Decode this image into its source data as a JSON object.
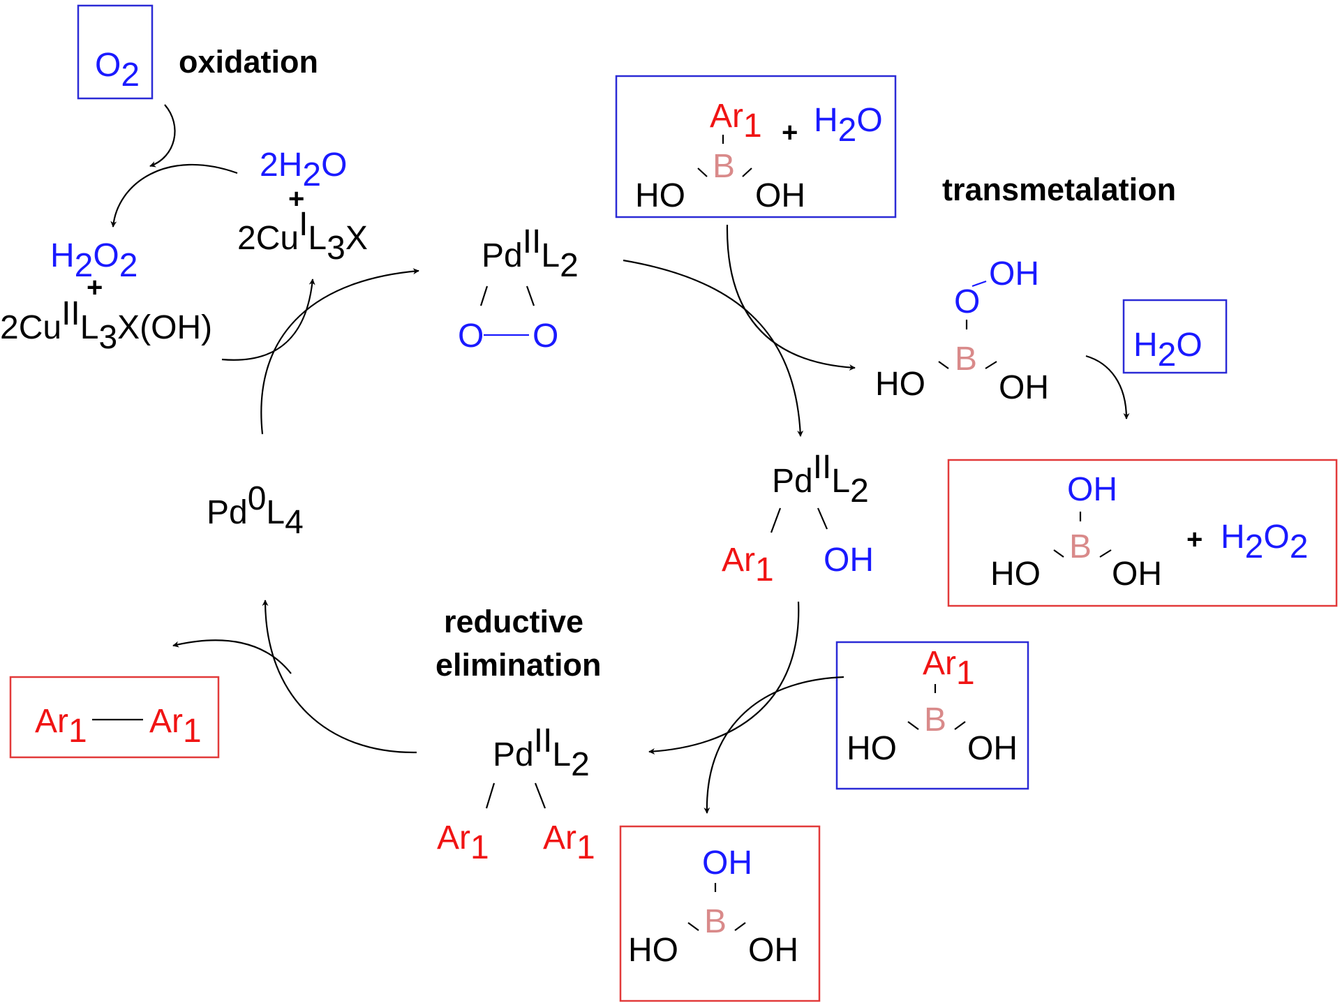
{
  "labels": {
    "oxidation": "oxidation",
    "transmetalation": "transmetalation",
    "reductive": "reductive",
    "elimination": "elimination"
  },
  "o2": {
    "o": "O",
    "two": "2"
  },
  "cu_ox": {
    "h2o2_h": "H",
    "h2o2_2a": "2",
    "h2o2_o": "O",
    "h2o2_2b": "2",
    "plus": "+",
    "cu_2cu": "2Cu",
    "cu_ii": "II",
    "cu_l": "L",
    "cu_3": "3",
    "cu_tail": "X(OH)"
  },
  "cu_red": {
    "h2o": "2H",
    "h2o_2": "2",
    "h2o_o": "O",
    "plus": "+",
    "cu_2cu": "2Cu",
    "cu_i": "I",
    "cu_l": "L",
    "cu_3": "3",
    "cu_x": "X"
  },
  "pd_peroxo": {
    "pd": "Pd",
    "ox": "II",
    "l": "L",
    "n": "2",
    "o1": "O",
    "o2": "O"
  },
  "pd0": {
    "pd": "Pd",
    "ox": "0",
    "l": "L",
    "n": "4"
  },
  "pd_arylhydroxo": {
    "pd": "Pd",
    "ox": "II",
    "l": "L",
    "n": "2",
    "ar": "Ar",
    "ar_n": "1",
    "oh": "OH"
  },
  "pd_diaryl": {
    "pd": "Pd",
    "ox": "II",
    "l": "L",
    "n": "2",
    "ar": "Ar",
    "ar_n": "1"
  },
  "boronic_acid": {
    "ar": "Ar",
    "ar_n": "1",
    "b": "B",
    "ho": "HO",
    "oh": "OH"
  },
  "water_reagent": {
    "plus": "+",
    "h": "H",
    "two": "2",
    "o": "O"
  },
  "peroxy_boron": {
    "o": "O",
    "oh": "OH",
    "b": "B",
    "ho": "HO",
    "oh2": "OH"
  },
  "water_product": {
    "h": "H",
    "two": "2",
    "o": "O"
  },
  "boric_acid": {
    "oh": "OH",
    "b": "B",
    "ho": "HO",
    "oh2": "OH"
  },
  "h2o2_product": {
    "plus": "+",
    "h": "H",
    "two_a": "2",
    "o": "O",
    "two_b": "2"
  },
  "biaryl": {
    "ar": "Ar",
    "n": "1"
  },
  "colors": {
    "blue": "#1a1aff",
    "red": "#f01414",
    "boron": "#d98a8a",
    "box_blue": "#2b2bd6",
    "box_red": "#e23a3a"
  }
}
